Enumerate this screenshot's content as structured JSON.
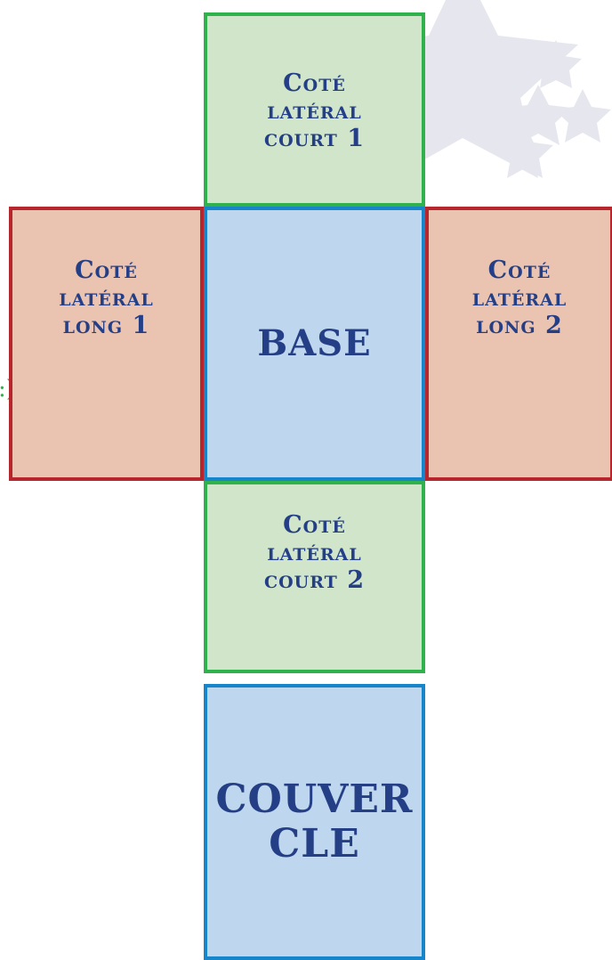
{
  "panels": {
    "court1": {
      "lines": [
        "Coté",
        "latéral",
        "court 1"
      ]
    },
    "long1": {
      "lines": [
        "Coté",
        "latéral",
        "long 1"
      ]
    },
    "base": {
      "lines": [
        "BASE"
      ]
    },
    "long2": {
      "lines": [
        "Coté",
        "latéral",
        "long 2"
      ]
    },
    "court2": {
      "lines": [
        "Coté",
        "latéral",
        "court 2"
      ]
    },
    "lid": {
      "lines": [
        "COUVER",
        "CLE"
      ]
    }
  },
  "edge_fragment": ":)",
  "colors": {
    "green_fill": "#d0e5ca",
    "green_border": "#2fb24c",
    "red_fill": "#ebc3b1",
    "red_border": "#b7262c",
    "blue_fill": "#bed7ee",
    "blue_border": "#1785c9",
    "text": "#253f86",
    "watermark": "#e6e7ee"
  },
  "icons": [
    "star-watermark-icon"
  ]
}
